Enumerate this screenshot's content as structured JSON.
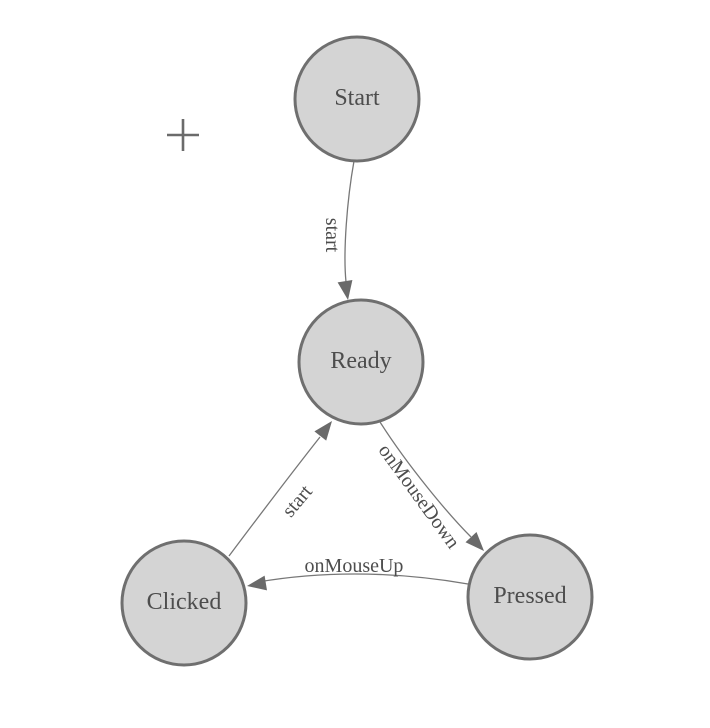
{
  "diagram": {
    "type": "state-machine",
    "nodes": [
      {
        "id": "start",
        "label": "Start"
      },
      {
        "id": "ready",
        "label": "Ready"
      },
      {
        "id": "clicked",
        "label": "Clicked"
      },
      {
        "id": "pressed",
        "label": "Pressed"
      }
    ],
    "edges": [
      {
        "id": "start-to-ready",
        "from": "Start",
        "to": "Ready",
        "label": "start"
      },
      {
        "id": "ready-to-pressed",
        "from": "Ready",
        "to": "Pressed",
        "label": "onMouseDown"
      },
      {
        "id": "pressed-to-clicked",
        "from": "Pressed",
        "to": "Clicked",
        "label": "onMouseUp"
      },
      {
        "id": "clicked-to-ready",
        "from": "Clicked",
        "to": "Ready",
        "label": "start"
      }
    ],
    "colors": {
      "background": "#ffffff",
      "node_fill": "#d4d4d4",
      "node_stroke": "#6f6f6f",
      "edge_stroke": "#777777",
      "arrowhead": "#6a6a6a",
      "text": "#4d4d4d",
      "crosshair": "#6b6b6b"
    },
    "cursor_marker": "plus-crosshair"
  }
}
